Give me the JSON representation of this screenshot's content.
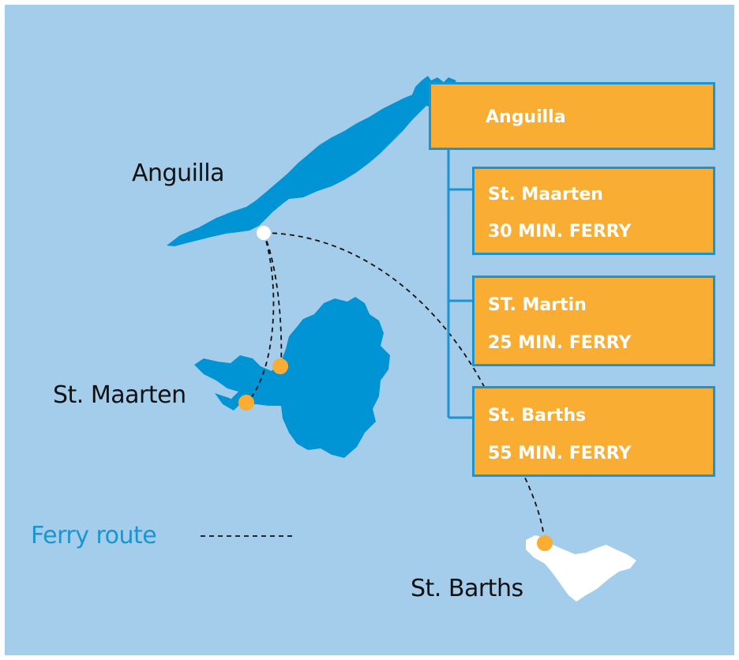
{
  "map": {
    "islands": [
      {
        "name": "Anguilla"
      },
      {
        "name": "St. Maarten"
      },
      {
        "name": "St. Barths"
      }
    ],
    "legend": {
      "label": "Ferry route"
    },
    "colors": {
      "sea": "#a3cdea",
      "island": "#0094d4",
      "st_barths": "#ffffff",
      "box_fill": "#f9ae33",
      "box_border": "#1a95d2",
      "port_dot": "#f9ae33",
      "origin_dot": "#ffffff",
      "legend_text": "#1a95d2"
    }
  },
  "panel": {
    "header": "Anguilla",
    "destinations": [
      {
        "name": "St. Maarten",
        "ferry": "30 MIN. FERRY"
      },
      {
        "name": "ST. Martin",
        "ferry": "25 MIN. FERRY"
      },
      {
        "name": "St. Barths",
        "ferry": "55 MIN. FERRY"
      }
    ]
  }
}
